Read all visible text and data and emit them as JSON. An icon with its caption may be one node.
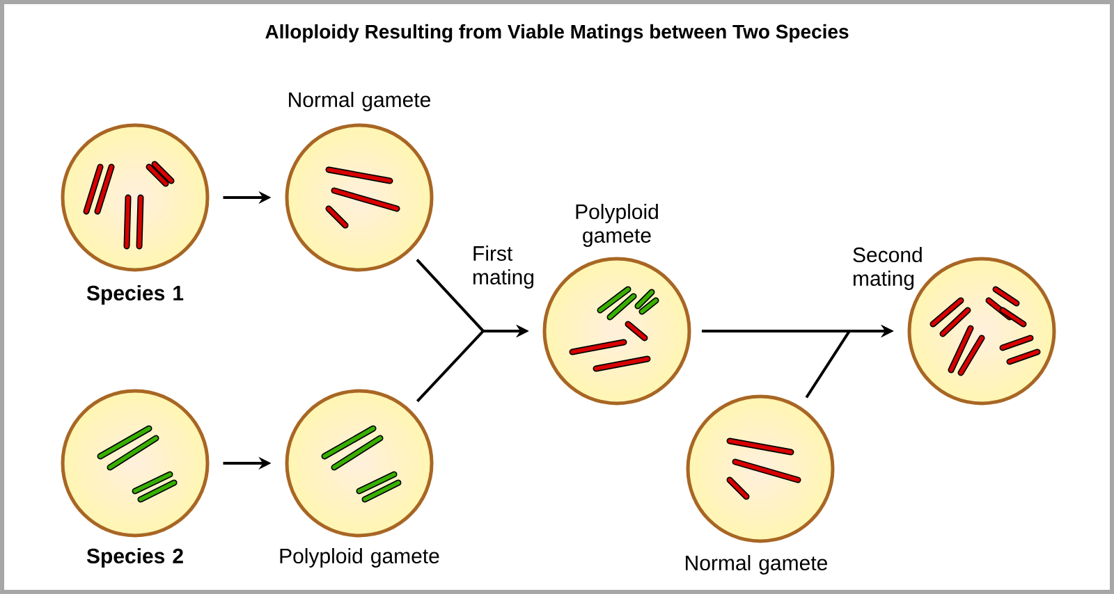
{
  "diagram": {
    "title": "Alloploidy Resulting from Viable Matings between Two Species",
    "nodes": [
      {
        "text": [
          "Species 1"
        ]
      },
      {
        "text": [
          "Normal gamete"
        ]
      },
      {
        "text": [
          "Species 2"
        ]
      },
      {
        "text": [
          "Polyploid gamete"
        ]
      },
      {
        "text": [
          "Polyploid gamete"
        ]
      },
      {
        "text": [
          "Normal gamete"
        ]
      },
      {
        "text": [],
        "shape": "circle"
      }
    ],
    "edges": [
      {
        "from": 0,
        "to": 1,
        "arrow": "to"
      },
      {
        "from": 2,
        "to": 3,
        "arrow": "to"
      },
      {
        "from": 1,
        "to": 4,
        "arrow": "to",
        "label": "First mating"
      },
      {
        "from": 3,
        "to": 4,
        "arrow": "to"
      },
      {
        "from": 4,
        "to": 6,
        "arrow": "to",
        "label": "Second mating"
      },
      {
        "from": 5,
        "to": 6,
        "arrow": "to"
      }
    ]
  }
}
